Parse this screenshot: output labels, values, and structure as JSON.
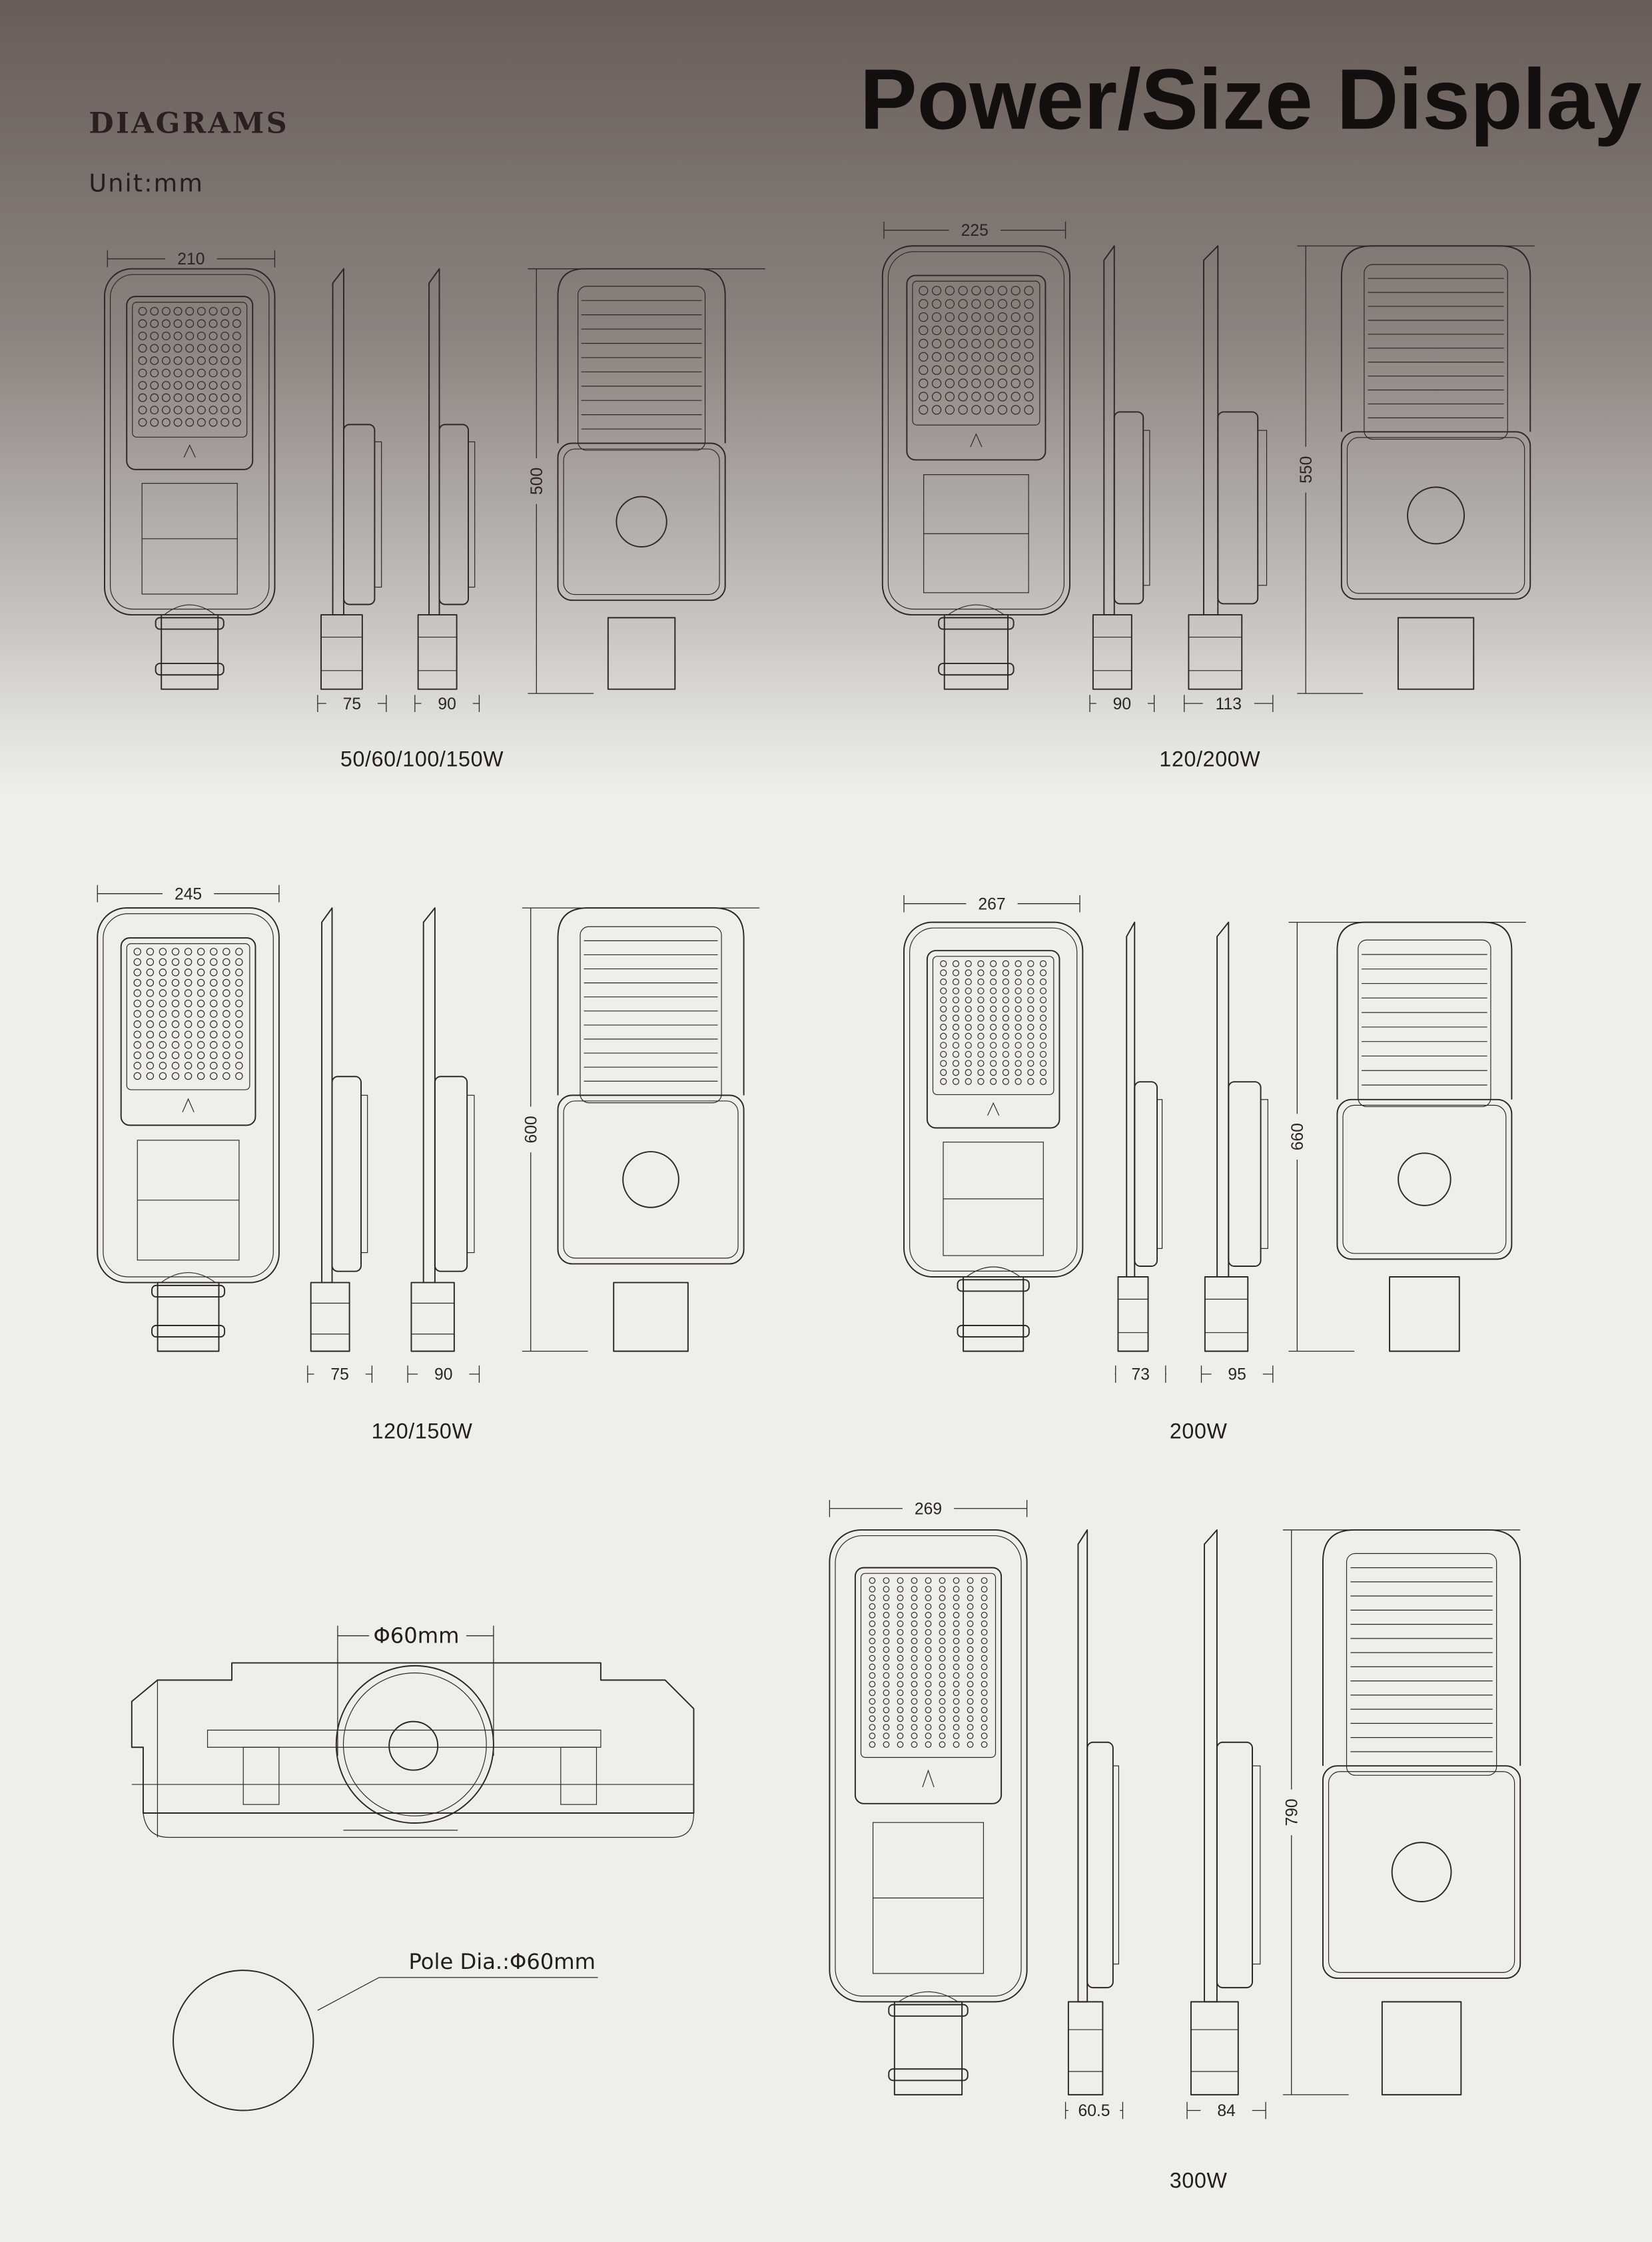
{
  "header": {
    "section_title": "DIAGRAMS",
    "unit": "Unit:mm",
    "title": "Power/Size Display"
  },
  "models": [
    {
      "caption": "50/60/100/150W",
      "width": "210",
      "height": "500",
      "side_depths": [
        "75",
        "90"
      ]
    },
    {
      "caption": "120/200W",
      "width": "225",
      "height": "550",
      "side_depths": [
        "90",
        "113"
      ]
    },
    {
      "caption": "120/150W",
      "width": "245",
      "height": "600",
      "side_depths": [
        "75",
        "90"
      ]
    },
    {
      "caption": "200W",
      "width": "267",
      "height": "660",
      "side_depths": [
        "73",
        "95"
      ]
    },
    {
      "caption": "300W",
      "width": "269",
      "height": "790",
      "side_depths": [
        "60.5",
        "84"
      ]
    }
  ],
  "mount_detail": {
    "clamp_label": "Φ60mm",
    "pole_label": "Pole Dia.:Φ60mm"
  },
  "colors": {
    "header_gradient_top": "#675d59",
    "background": "#eeefed",
    "line": "#2d2626"
  }
}
